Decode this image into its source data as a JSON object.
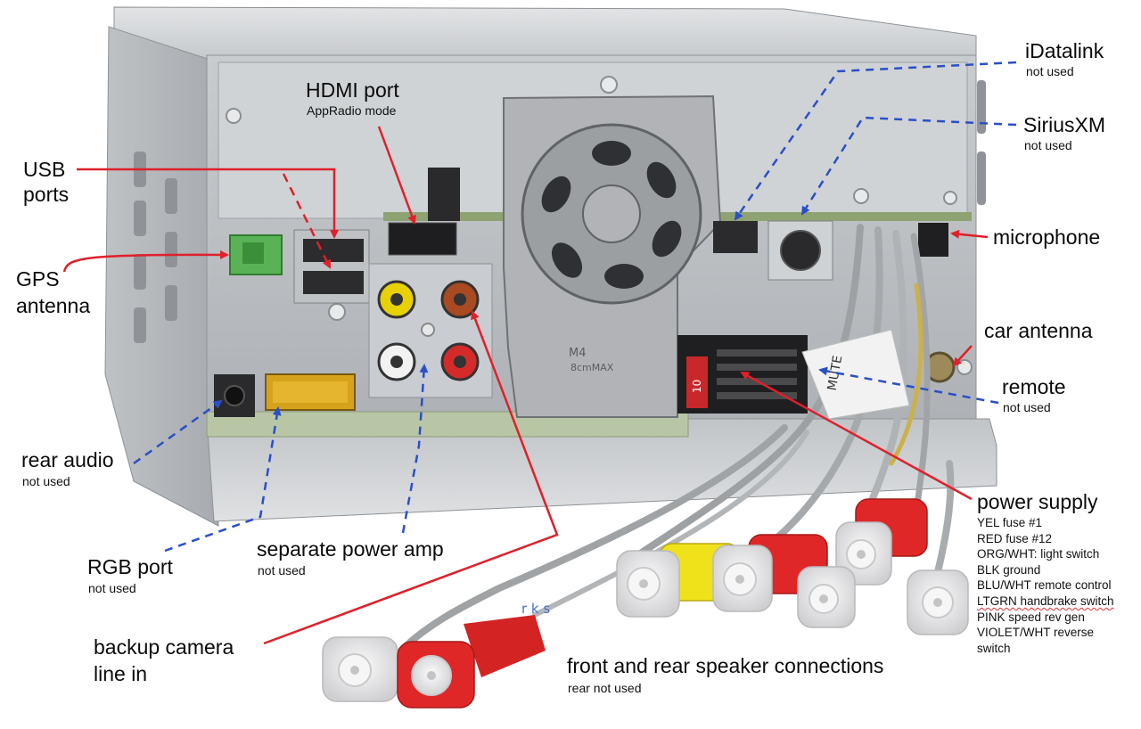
{
  "colors": {
    "red_leader": "#e0202a",
    "blue_leader": "#2a4fc8",
    "chassis": "#c7c9cb",
    "dark_chassis": "#9ea1a4"
  },
  "labels": {
    "hdmi": {
      "title": "HDMI port",
      "note": "AppRadio mode"
    },
    "idatalink": {
      "title": "iDatalink",
      "note": "not used"
    },
    "siriusxm": {
      "title": "SiriusXM",
      "note": "not used"
    },
    "usb": {
      "line1": "USB",
      "line2": "ports"
    },
    "gps": {
      "line1": "GPS",
      "line2": "antenna"
    },
    "microphone": {
      "title": "microphone"
    },
    "car_antenna": {
      "title": "car antenna"
    },
    "remote": {
      "title": "remote",
      "note": "not used"
    },
    "rear_audio": {
      "title": "rear audio",
      "note": "not used"
    },
    "rgb": {
      "title": "RGB port",
      "note": "not used"
    },
    "power_amp": {
      "title": "separate power amp",
      "note": "not used"
    },
    "backup": {
      "line1": "backup camera",
      "line2": "line in"
    },
    "speakers": {
      "title": "front and rear speaker connections",
      "note": "rear not used"
    },
    "power_supply": {
      "title": "power supply",
      "items": [
        "YEL fuse #1",
        "RED fuse #12",
        "ORG/WHT: light switch",
        "BLK ground",
        "BLU/WHT remote control",
        "LTGRN handbrake switch",
        "PINK speed rev gen",
        "VIOLET/WHT reverse",
        "switch"
      ]
    }
  },
  "device_marks": {
    "badge": "M4",
    "badge_sub": "8cmMAX",
    "fuse": "10",
    "mute": "MUTE",
    "cable_letters": "r k s"
  }
}
